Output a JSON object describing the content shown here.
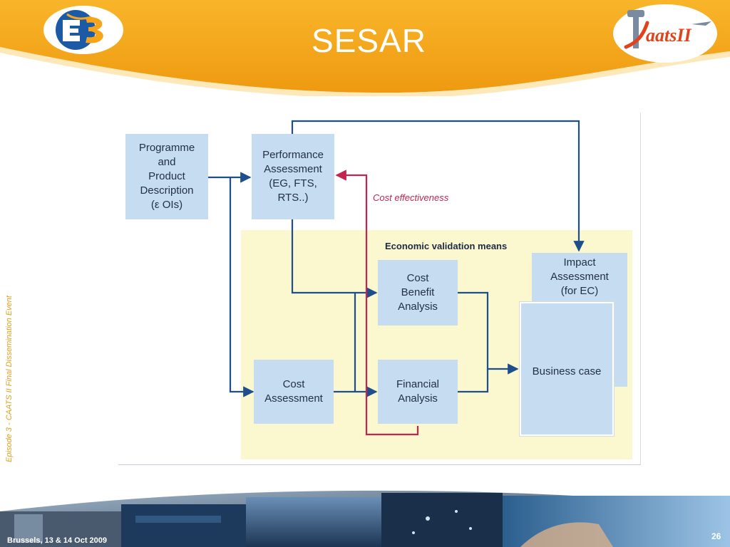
{
  "slide": {
    "title": "SESAR",
    "side_caption": "Episode 3 - CAATS II Final Dissemination Event",
    "footer_left": "Brussels, 13 & 14 Oct 2009",
    "page_number": "26"
  },
  "logos": {
    "left": "E3 logo",
    "right": "CAATS II",
    "right_text": "aatsII"
  },
  "diagram": {
    "zone_label": "Economic validation means",
    "cost_effectiveness_label": "Cost effectiveness",
    "boxes": {
      "programme": "Programme\nand\nProduct\nDescription\n(ε OIs)",
      "performance": "Performance\nAssessment\n(EG, FTS,\nRTS..)",
      "impact": "Impact\nAssessment\n(for EC)",
      "cba": "Cost\nBenefit\nAnalysis",
      "business_case": "Business case",
      "cost_assessment": "Cost\nAssessment",
      "financial": "Financial\nAnalysis"
    }
  },
  "colors": {
    "header_orange": "#f5a51c",
    "box_blue": "#c6dcf0",
    "zone_yellow": "#fbf7cf",
    "arrow_blue": "#1f4e8c",
    "arrow_red": "#c4244e"
  }
}
